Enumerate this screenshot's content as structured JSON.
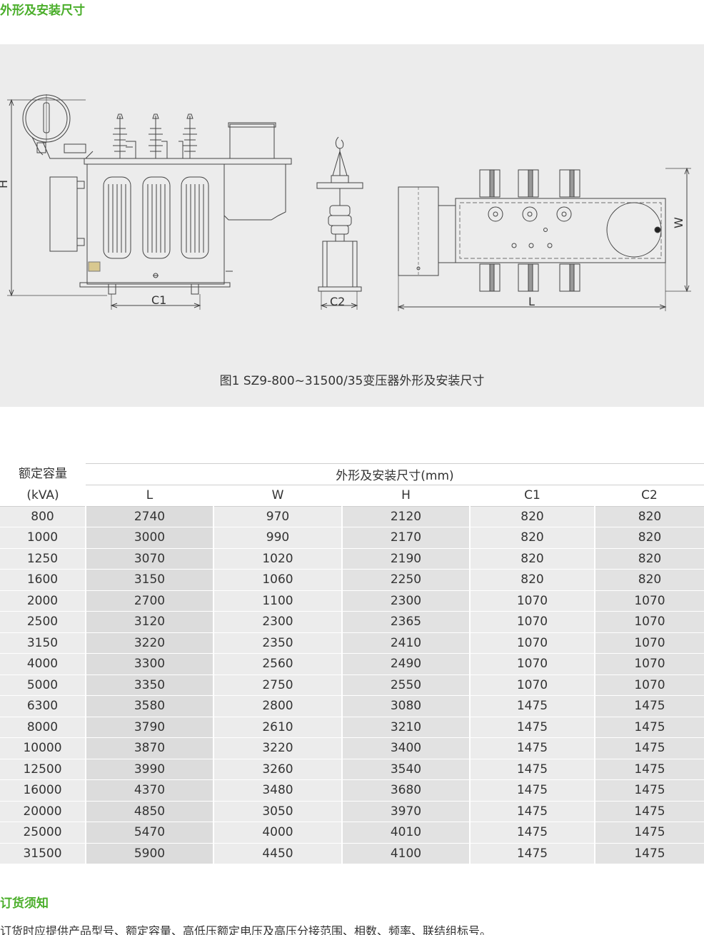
{
  "section1_title": "外形及安装尺寸",
  "figure": {
    "caption": "图1 SZ9-800~31500/35变压器外形及安装尺寸",
    "dim_labels": {
      "H": "H",
      "C1": "C1",
      "C2": "C2",
      "W": "W",
      "L": "L"
    }
  },
  "table": {
    "header_capacity_line1": "额定容量",
    "header_capacity_line2": "(kVA)",
    "header_group": "外形及安装尺寸(mm)",
    "columns": [
      "L",
      "W",
      "H",
      "C1",
      "C2"
    ],
    "rows": [
      [
        "800",
        "2740",
        "970",
        "2120",
        "820",
        "820"
      ],
      [
        "1000",
        "3000",
        "990",
        "2170",
        "820",
        "820"
      ],
      [
        "1250",
        "3070",
        "1020",
        "2190",
        "820",
        "820"
      ],
      [
        "1600",
        "3150",
        "1060",
        "2250",
        "820",
        "820"
      ],
      [
        "2000",
        "2700",
        "1100",
        "2300",
        "1070",
        "1070"
      ],
      [
        "2500",
        "3120",
        "2300",
        "2365",
        "1070",
        "1070"
      ],
      [
        "3150",
        "3220",
        "2350",
        "2410",
        "1070",
        "1070"
      ],
      [
        "4000",
        "3300",
        "2560",
        "2490",
        "1070",
        "1070"
      ],
      [
        "5000",
        "3350",
        "2750",
        "2550",
        "1070",
        "1070"
      ],
      [
        "6300",
        "3580",
        "2800",
        "3080",
        "1475",
        "1475"
      ],
      [
        "8000",
        "3790",
        "2610",
        "3210",
        "1475",
        "1475"
      ],
      [
        "10000",
        "3870",
        "3220",
        "3400",
        "1475",
        "1475"
      ],
      [
        "12500",
        "3990",
        "3260",
        "3540",
        "1475",
        "1475"
      ],
      [
        "16000",
        "4370",
        "3480",
        "3680",
        "1475",
        "1475"
      ],
      [
        "20000",
        "4850",
        "3050",
        "3970",
        "1475",
        "1475"
      ],
      [
        "25000",
        "5470",
        "4000",
        "4010",
        "1475",
        "1475"
      ],
      [
        "31500",
        "5900",
        "4450",
        "4100",
        "1475",
        "1475"
      ]
    ]
  },
  "section2_title": "订货须知",
  "order_note": "订货时应提供产品型号、额定容量、高低压额定电压及高压分接范围、相数、频率、联结组标号。"
}
